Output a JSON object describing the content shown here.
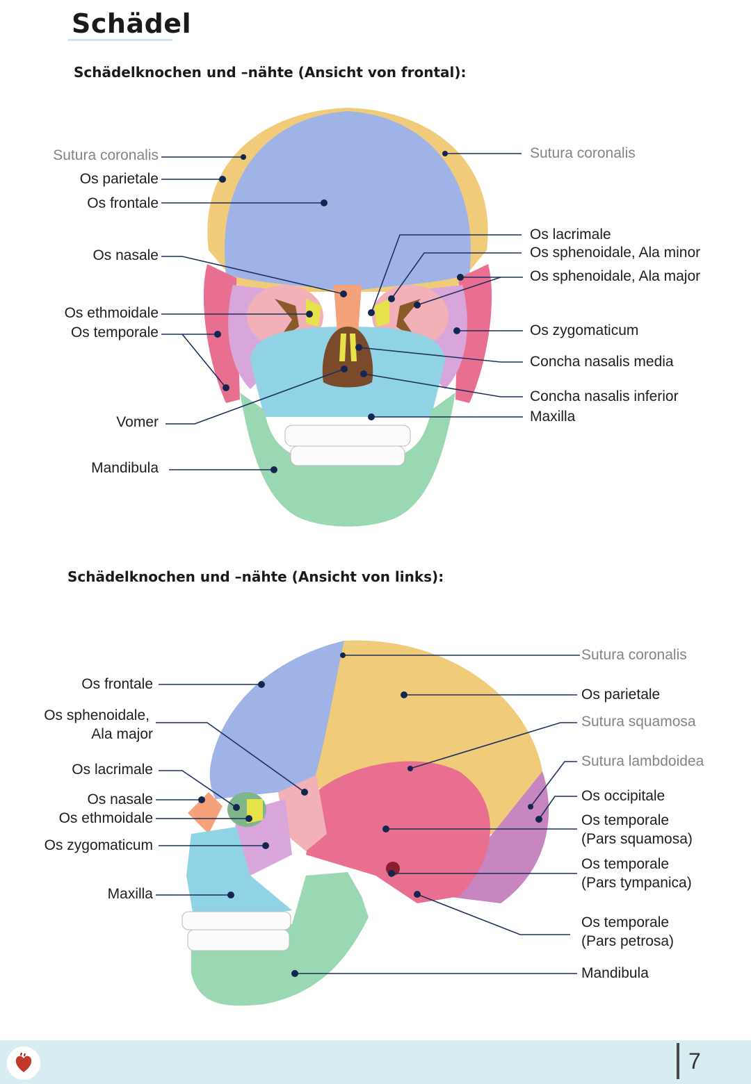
{
  "title": "Schädel",
  "section_front": "Schädelknochen und –nähte (Ansicht von frontal):",
  "section_side": "Schädelknochen und –nähte (Ansicht von links):",
  "front": {
    "left": {
      "sutura_coronalis": "Sutura coronalis",
      "os_parietale": "Os parietale",
      "os_frontale": "Os frontale",
      "os_nasale": "Os nasale",
      "os_ethmoidale": "Os ethmoidale",
      "os_temporale": "Os temporale",
      "vomer": "Vomer",
      "mandibula": "Mandibula"
    },
    "right": {
      "sutura_coronalis": "Sutura coronalis",
      "os_lacrimale": "Os lacrimale",
      "ala_minor": "Os sphenoidale, Ala minor",
      "ala_major": "Os sphenoidale, Ala major",
      "os_zygomaticum": "Os zygomaticum",
      "concha_media": "Concha nasalis media",
      "concha_inferior": "Concha nasalis inferior",
      "maxilla": "Maxilla"
    }
  },
  "side": {
    "left": {
      "os_frontale": "Os frontale",
      "sphenoidale_1": "Os sphenoidale,",
      "sphenoidale_2": "Ala major",
      "os_lacrimale": "Os lacrimale",
      "os_nasale": "Os nasale",
      "os_ethmoidale": "Os ethmoidale",
      "os_zygomaticum": "Os zygomaticum",
      "maxilla": "Maxilla"
    },
    "right": {
      "sutura_coronalis": "Sutura coronalis",
      "os_parietale": "Os parietale",
      "sutura_squamosa": "Sutura squamosa",
      "sutura_lambdoidea": "Sutura lambdoidea",
      "os_occipitale": "Os occipitale",
      "temp_squamosa_1": "Os temporale",
      "temp_squamosa_2": "(Pars squamosa)",
      "temp_tympanica_1": "Os temporale",
      "temp_tympanica_2": "(Pars tympanica)",
      "temp_petrosa_1": "Os temporale",
      "temp_petrosa_2": "(Pars petrosa)",
      "mandibula": "Mandibula"
    }
  },
  "footer": {
    "page_number": "7",
    "logo_icon": "heart-icon"
  },
  "colors": {
    "frontale": "#9fb3e6",
    "parietale": "#f0cc7a",
    "temporale": "#e86f8f",
    "sphenoidale": "#f2b0b8",
    "zygomaticum": "#d9a6dc",
    "maxilla": "#8fd3e4",
    "mandibula": "#9ad8b4",
    "nasale": "#f5a27a",
    "ethmoidale": "#e6e24a",
    "lacrimale": "#c3d97e",
    "occipitale": "#c786c0",
    "leader": "#1c2f5e"
  }
}
